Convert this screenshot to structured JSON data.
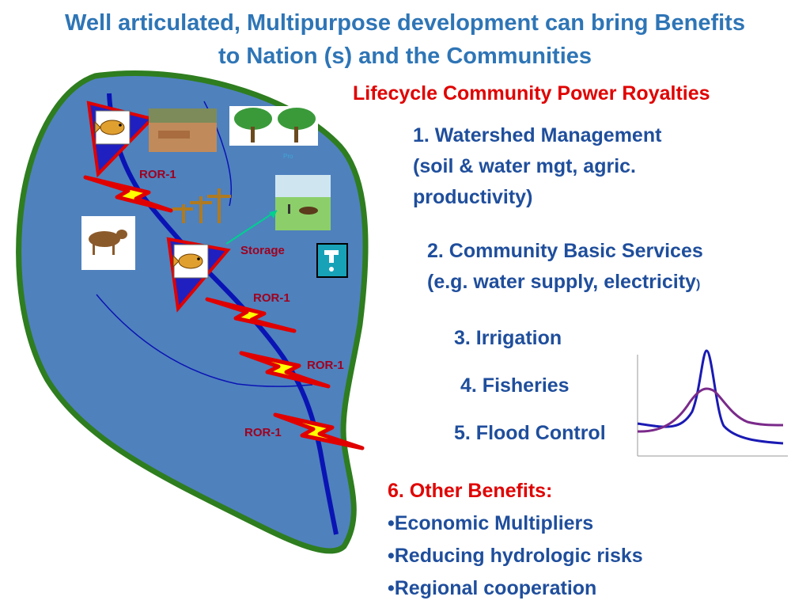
{
  "title": {
    "line1": "Well articulated, Multipurpose development can bring Benefits",
    "line2": "to Nation (s) and the Communities"
  },
  "subtitle": "Lifecycle Community Power Royalties",
  "benefits": [
    {
      "line1": "1. Watershed Management",
      "line2": "(soil & water mgt, agric.",
      "line3": "productivity)"
    },
    {
      "line1": "2. Community Basic Services",
      "line2": "(e.g. water supply, electricity",
      "line2_end": ")"
    },
    {
      "line1": "3. Irrigation"
    },
    {
      "line1": "4. Fisheries"
    },
    {
      "line1": "5. Flood Control"
    }
  ],
  "other_benefits": {
    "heading": "6. Other Benefits:",
    "items": [
      "•Economic Multipliers",
      "•Reducing hydrologic risks",
      "•Regional cooperation"
    ]
  },
  "diagram": {
    "labels": {
      "ror_1": "ROR-1",
      "ror_2": "ROR-1",
      "ror_3": "ROR-1",
      "ror_4": "ROR-1",
      "storage": "Storage",
      "tree_caption": "Pro"
    },
    "colors": {
      "watershed_fill": "#4f81bd",
      "watershed_border": "#2e7d1f",
      "river": "#0a14b4",
      "lightning": "#ffff00",
      "lightning_border": "#e00000"
    }
  },
  "hydrograph": {
    "series": [
      {
        "color": "#1a1ab4"
      },
      {
        "color": "#7a2a8a"
      }
    ]
  }
}
